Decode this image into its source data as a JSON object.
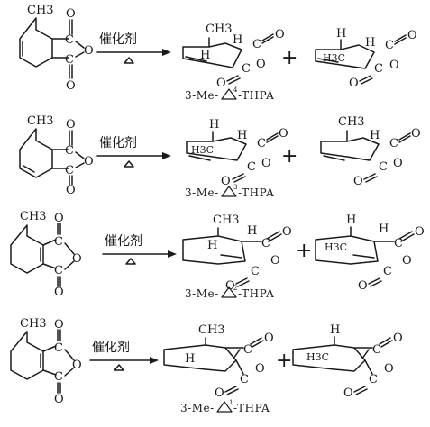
{
  "reactions": [
    {
      "catalyst": "催化剂",
      "label_pre": "3-Me-",
      "label_sup": "4",
      "label_post": "-THPA",
      "reactant_methyl": "CH3",
      "product1_methyl": "CH3",
      "product2_h3c": "H3C"
    },
    {
      "catalyst": "催化剂",
      "label_pre": "3-Me-",
      "label_sup": "3",
      "label_post": "-THPA",
      "reactant_methyl": "CH3",
      "product1_methyl": "H3C",
      "product2_h3c": "CH3"
    },
    {
      "catalyst": "催化剂",
      "label_pre": "3-Me-",
      "label_sup": "2",
      "label_post": "-THPA",
      "reactant_methyl": "CH3",
      "product1_methyl": "CH3",
      "product2_h3c": "H3C"
    },
    {
      "catalyst": "催化剂",
      "label_pre": "3-Me-",
      "label_sup": "1",
      "label_post": "-THPA",
      "reactant_methyl": "CH3",
      "product1_methyl": "CH3",
      "product2_h3c": "H3C"
    }
  ],
  "atoms": {
    "C": "C",
    "O": "O",
    "H": "H"
  },
  "plus_sign": "+"
}
